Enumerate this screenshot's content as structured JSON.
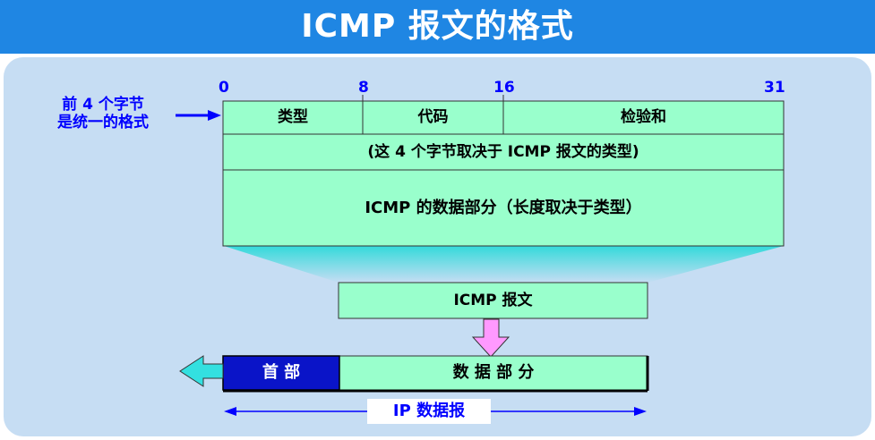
{
  "title": "ICMP 报文的格式",
  "side_note": {
    "line1": "前 4 个字节",
    "line2": "是统一的格式"
  },
  "bit_marks": {
    "b0": "0",
    "b8": "8",
    "b16": "16",
    "b31": "31"
  },
  "header_fields": {
    "type": "类型",
    "code": "代码",
    "checksum": "检验和"
  },
  "rest_of_header": "(这 4 个字节取决于 ICMP 报文的类型)",
  "data_section": "ICMP 的数据部分（长度取决于类型）",
  "icmp_message": "ICMP 报文",
  "ip_header": "首 部",
  "ip_data": "数 据 部 分",
  "ip_datagram": "IP 数据报",
  "colors": {
    "title_bg": "#1f86e3",
    "panel_bg": "#c6ddf3",
    "cell_fill": "#99ffcc",
    "header_fill": "#0a14c8",
    "arrow_pink": "#ff99ff",
    "arrow_cyan": "#33e0e0"
  }
}
